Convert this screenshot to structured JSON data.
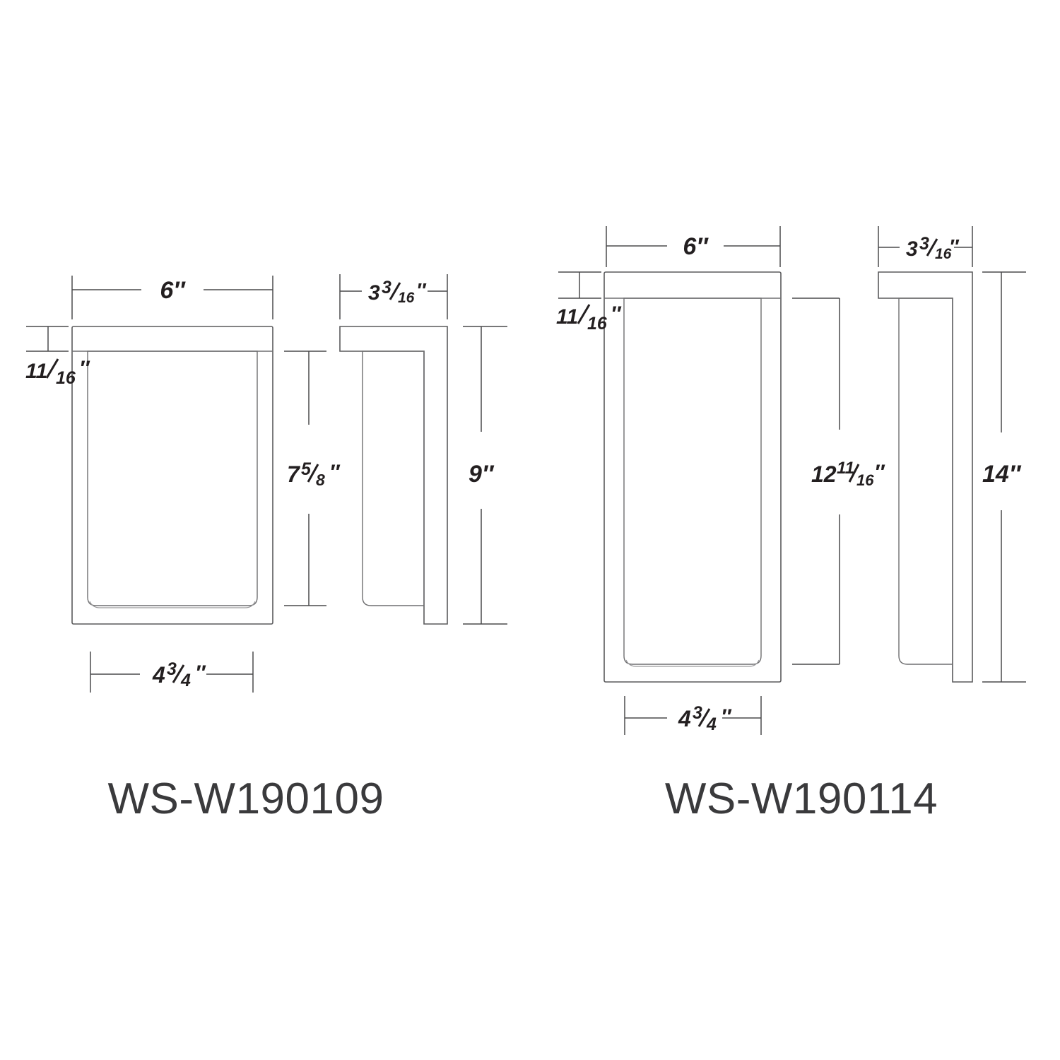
{
  "sheet": {
    "background_color": "#ffffff",
    "line_color": "#5a5a5c",
    "text_color": "#231f20",
    "label_color": "#3a3a3c",
    "units": "inches",
    "unit_symbol": "″"
  },
  "parts": [
    {
      "id": "left",
      "label": "WS-W190109",
      "front_view": {
        "width_label": "6″",
        "top_band_label": "11⁄₁₆″",
        "top_band_whole": "11",
        "top_band_num": "11",
        "top_band_den": "16",
        "inner_height_label": "7⁵⁄₈″",
        "inner_height_whole": "7",
        "inner_height_num": "5",
        "inner_height_den": "8",
        "bottom_width_label": "4¾″",
        "bottom_width_whole": "4",
        "bottom_width_num": "3",
        "bottom_width_den": "4"
      },
      "side_view": {
        "depth_label": "3³⁄₁₆″",
        "depth_whole": "3",
        "depth_num": "3",
        "depth_den": "16",
        "height_label": "9″",
        "height_whole": "9"
      }
    },
    {
      "id": "right",
      "label": "WS-W190114",
      "front_view": {
        "width_label": "6″",
        "top_band_label": "11⁄₁₆″",
        "top_band_whole": "11",
        "top_band_num": "11",
        "top_band_den": "16",
        "inner_height_label": "12¹¹⁄₁₆″",
        "inner_height_whole": "12",
        "inner_height_num": "11",
        "inner_height_den": "16",
        "bottom_width_label": "4¾″",
        "bottom_width_whole": "4",
        "bottom_width_num": "3",
        "bottom_width_den": "4"
      },
      "side_view": {
        "depth_label": "3³⁄₁₆″",
        "depth_whole": "3",
        "depth_num": "3",
        "depth_den": "16",
        "height_label": "14″",
        "height_whole": "14"
      }
    }
  ],
  "dimensions": {
    "left_top_width": "6″",
    "left_band": "11/16″",
    "left_depth": "3 3/16″",
    "left_inner_height": "7 5/8″",
    "left_total_height": "9″",
    "left_bottom_width": "4 3/4″",
    "right_top_width": "6″",
    "right_band": "11/16″",
    "right_depth": "3 3/16″",
    "right_inner_height": "12 11/16″",
    "right_total_height": "14″",
    "right_bottom_width": "4 3/4″"
  }
}
